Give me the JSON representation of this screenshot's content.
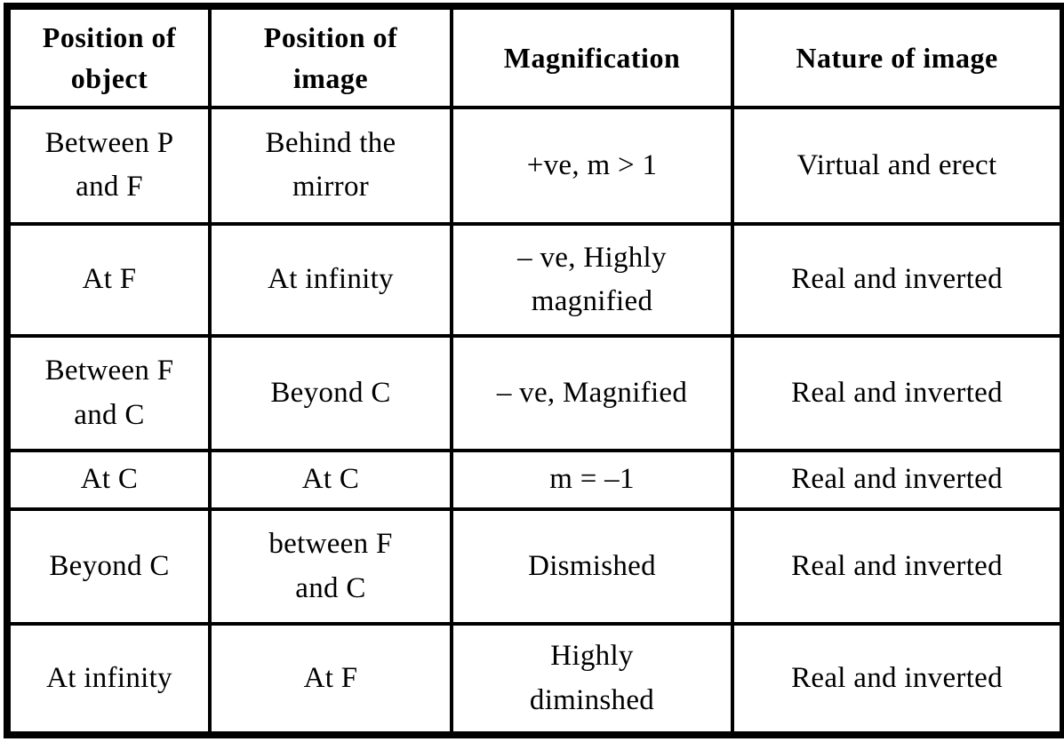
{
  "colors": {
    "border": "#000000",
    "background": "#ffffff",
    "text": "#000000"
  },
  "table": {
    "columns": [
      {
        "label": "Position of\nobject"
      },
      {
        "label": "Position of\nimage"
      },
      {
        "label": "Magnification"
      },
      {
        "label": "Nature of image"
      }
    ],
    "rows": [
      {
        "cells": [
          "Between P\nand F",
          "Behind the\nmirror",
          "+ve, m > 1",
          "Virtual and erect"
        ]
      },
      {
        "cells": [
          "At F",
          "At infinity",
          "– ve, Highly\nmagnified",
          "Real and inverted"
        ]
      },
      {
        "cells": [
          "Between F\nand C",
          "Beyond C",
          "– ve, Magnified",
          "Real and inverted"
        ]
      },
      {
        "cells": [
          "At C",
          "At C",
          "m = –1",
          "Real and inverted"
        ]
      },
      {
        "cells": [
          "Beyond C",
          "between F\nand C",
          "Dismished",
          "Real and inverted"
        ]
      },
      {
        "cells": [
          "At infinity",
          "At F",
          "Highly\ndiminshed",
          "Real and inverted"
        ]
      }
    ]
  }
}
